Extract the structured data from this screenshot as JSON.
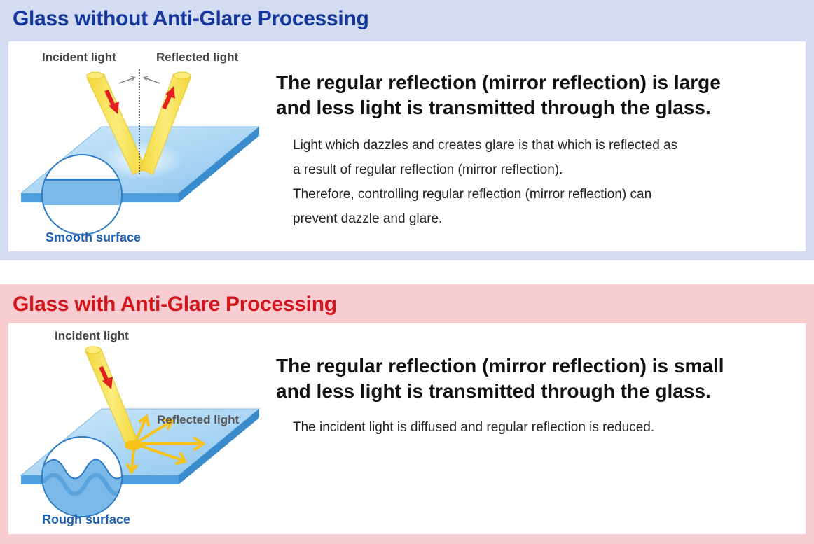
{
  "without": {
    "title": "Glass without Anti-Glare Processing",
    "labels": {
      "incident": "Incident light",
      "reflected": "Reflected light",
      "surface": "Smooth surface"
    },
    "heading": [
      "The regular reflection (mirror reflection) is large",
      "and less light is transmitted through the glass."
    ],
    "body": [
      "Light which dazzles and creates glare is that which is reflected as",
      "a result of regular reflection (mirror reflection).",
      "Therefore, controlling regular reflection (mirror reflection) can",
      "prevent dazzle and glare."
    ]
  },
  "with": {
    "title": "Glass with Anti-Glare Processing",
    "labels": {
      "incident": "Incident light",
      "reflected": "Reflected light",
      "surface": "Rough surface"
    },
    "heading": [
      "The regular reflection (mirror reflection) is small",
      "and less light is transmitted through the glass."
    ],
    "body": [
      "The incident light is diffused and regular reflection is reduced."
    ]
  },
  "colors": {
    "title_blue": "#15369a",
    "title_red": "#d3151c",
    "band_blue": "#d3dcf1",
    "band_pink": "#f8cdd2",
    "light_beam": "#f5e04a",
    "arrow_red": "#e0201f",
    "diffuse_arrow": "#f7c21a",
    "glass": "#a9d4f2",
    "surface_label": "#1f5fb0"
  }
}
